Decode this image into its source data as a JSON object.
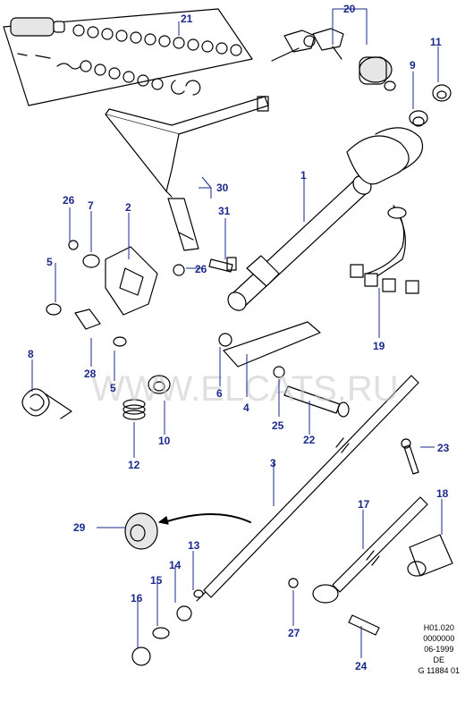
{
  "watermark": "WWW.ELCATS.RU",
  "footer": {
    "lines": [
      "H01.020",
      "0000000",
      "06-1999",
      "DE",
      "G 11884 01"
    ]
  },
  "callouts": {
    "c1": "1",
    "c2": "2",
    "c3": "3",
    "c4": "4",
    "c5a": "5",
    "c5b": "5",
    "c6": "6",
    "c7": "7",
    "c8": "8",
    "c9": "9",
    "c10": "10",
    "c11": "11",
    "c12": "12",
    "c13": "13",
    "c14": "14",
    "c15": "15",
    "c16": "16",
    "c17": "17",
    "c18": "18",
    "c19": "19",
    "c20": "20",
    "c21": "21",
    "c22": "22",
    "c23": "23",
    "c24": "24",
    "c25": "25",
    "c26a": "26",
    "c26b": "26",
    "c27": "27",
    "c28": "28",
    "c29": "29",
    "c30": "30",
    "c31": "31"
  },
  "colors": {
    "callout": "#1a2a8c",
    "line": "#000000",
    "fill": "#ffffff",
    "shade": "#d8d8d8"
  }
}
